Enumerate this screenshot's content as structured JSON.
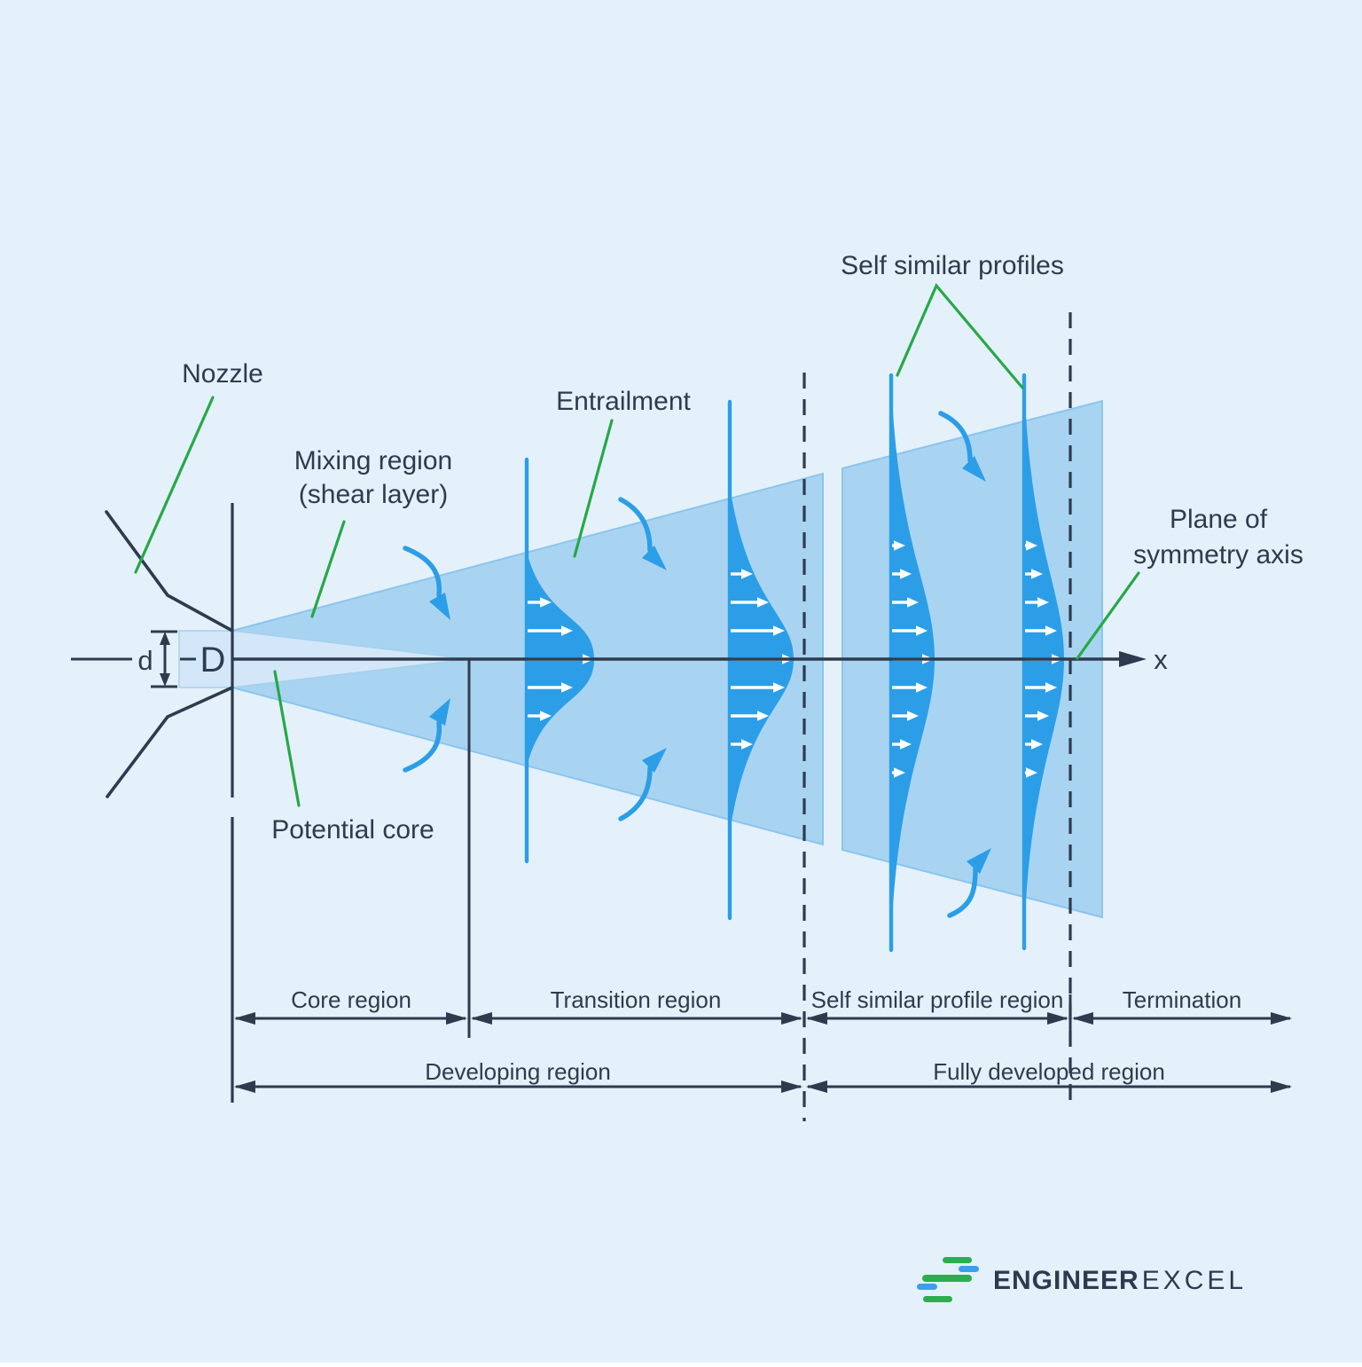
{
  "colors": {
    "background": "#e4f1fb",
    "ink": "#2e3b4e",
    "green": "#27a847",
    "blue": "#2b9ee7",
    "cone": "#a8d4f1",
    "coneEdge": "#8ac5ee",
    "core": "#d3e7f8",
    "coreEdge": "#a5d0ee",
    "white": "#ffffff",
    "logoNavy": "#2e3a52",
    "logoGreen": "#2bae4f",
    "logoBlue": "#3e9fe5"
  },
  "labels": {
    "nozzle": "Nozzle",
    "mixing_region_line1": "Mixing region",
    "mixing_region_line2": "(shear layer)",
    "entrainment": "Entrailment",
    "self_similar_profiles": "Self similar profiles",
    "plane_of_symmetry_line1": "Plane of",
    "plane_of_symmetry_line2": "symmetry axis",
    "potential_core": "Potential core",
    "axis": "x",
    "diameter_small": "d",
    "diameter_large": "D"
  },
  "region_dimensions": {
    "core": "Core region",
    "transition": "Transition region",
    "self_similar": "Self similar profile region",
    "termination": "Termination",
    "developing": "Developing region",
    "fully_developed": "Fully developed region"
  },
  "logo": {
    "bold": "ENGINEER",
    "light": "EXCEL"
  }
}
